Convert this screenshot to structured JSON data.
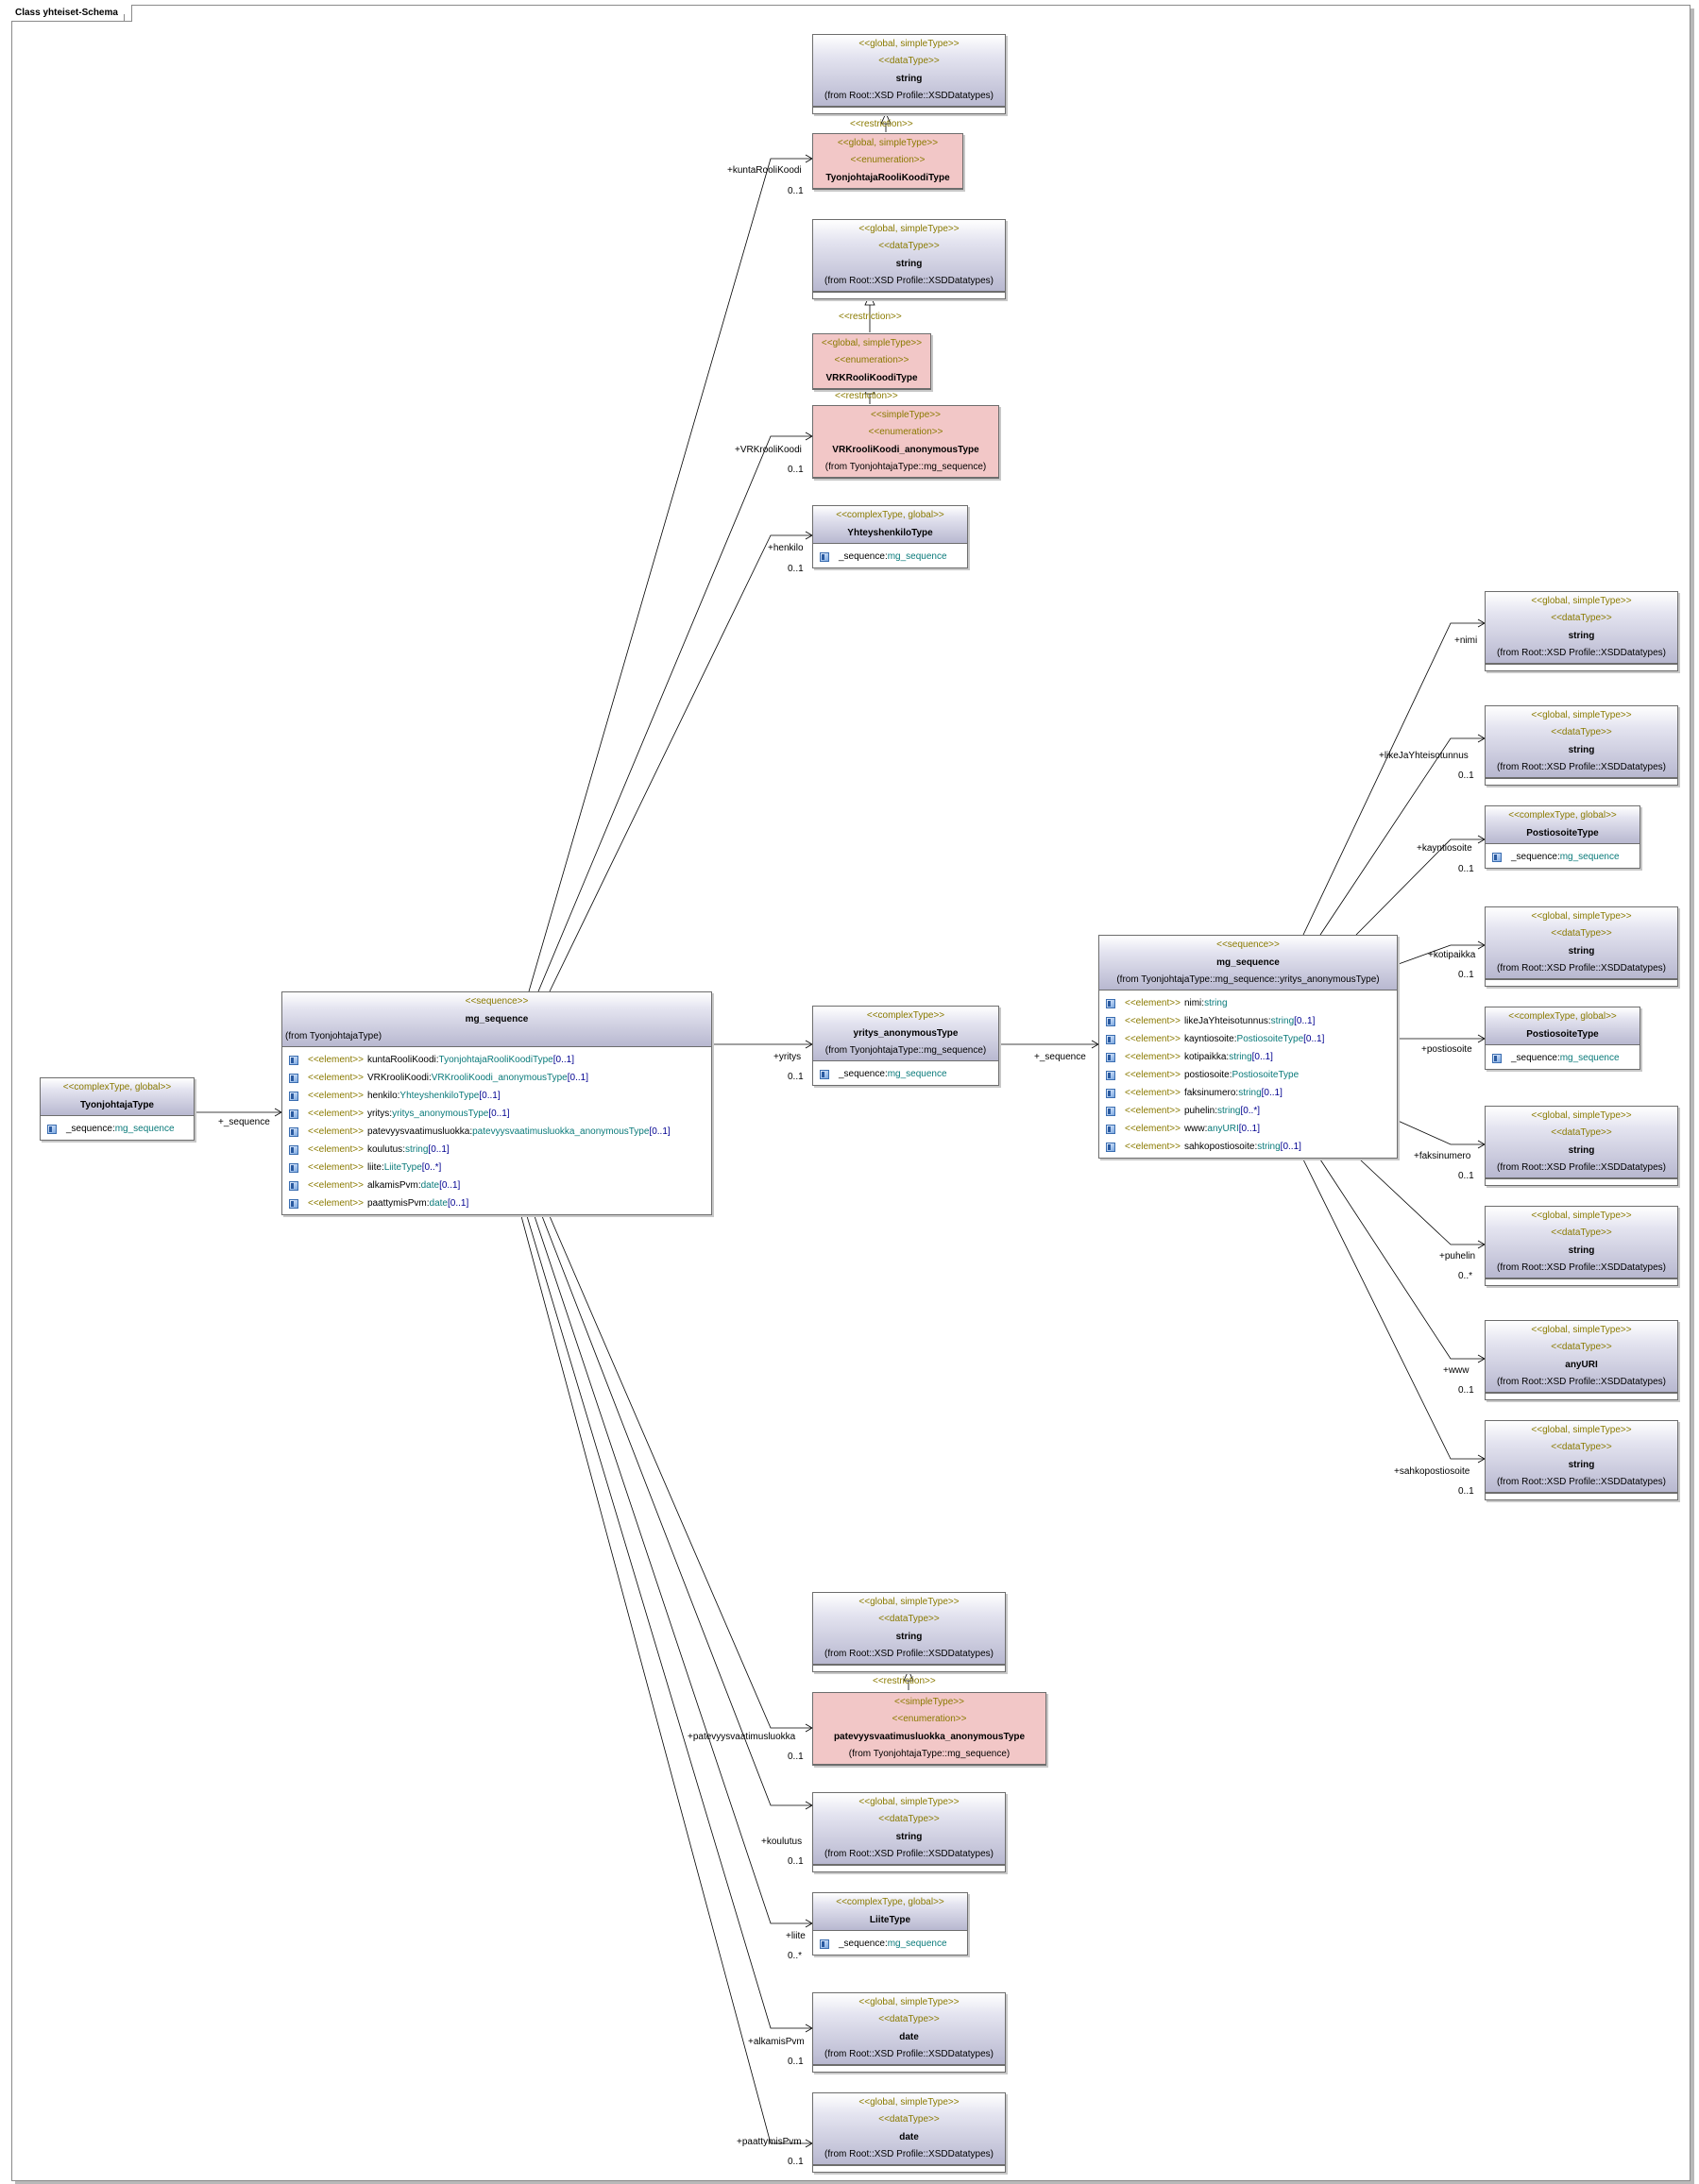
{
  "frame_title": "Class yhteiset-Schema",
  "boxes": {
    "tyonjohtajatype": {
      "stereo": "<<complexType, global>>",
      "name": "TyonjohtajaType",
      "attr_name": "_sequence",
      "attr_type": "mg_sequence"
    },
    "mg_seq_main": {
      "stereo": "<<sequence>>",
      "name": "mg_sequence",
      "from": "(from TyonjohtajaType)",
      "attrs": [
        {
          "kw": "<<element>>",
          "name": "kuntaRooliKoodi",
          "type": "TyonjohtajaRooliKoodiType",
          "mult": "[0..1]"
        },
        {
          "kw": "<<element>>",
          "name": "VRKrooliKoodi",
          "type": "VRKrooliKoodi_anonymousType",
          "mult": "[0..1]"
        },
        {
          "kw": "<<element>>",
          "name": "henkilo",
          "type": "YhteyshenkiloType",
          "mult": "[0..1]"
        },
        {
          "kw": "<<element>>",
          "name": "yritys",
          "type": "yritys_anonymousType",
          "mult": "[0..1]"
        },
        {
          "kw": "<<element>>",
          "name": "patevyysvaatimusluokka",
          "type": "patevyysvaatimusluokka_anonymousType",
          "mult": "[0..1]"
        },
        {
          "kw": "<<element>>",
          "name": "koulutus",
          "type": "string",
          "mult": "[0..1]"
        },
        {
          "kw": "<<element>>",
          "name": "liite",
          "type": "LiiteType",
          "mult": "[0..*]"
        },
        {
          "kw": "<<element>>",
          "name": "alkamisPvm",
          "type": "date",
          "mult": "[0..1]"
        },
        {
          "kw": "<<element>>",
          "name": "paattymisPvm",
          "type": "date",
          "mult": "[0..1]"
        }
      ]
    },
    "yritys_anon": {
      "stereo": "<<complexType>>",
      "name": "yritys_anonymousType",
      "from": "(from TyonjohtajaType::mg_sequence)",
      "attr_name": "_sequence",
      "attr_type": "mg_sequence"
    },
    "mg_seq_yritys": {
      "stereo": "<<sequence>>",
      "name": "mg_sequence",
      "from": "(from TyonjohtajaType::mg_sequence::yritys_anonymousType)",
      "attrs": [
        {
          "kw": "<<element>>",
          "name": "nimi",
          "type": "string",
          "mult": ""
        },
        {
          "kw": "<<element>>",
          "name": "likeJaYhteisotunnus",
          "type": "string",
          "mult": "[0..1]"
        },
        {
          "kw": "<<element>>",
          "name": "kayntiosoite",
          "type": "PostiosoiteType",
          "mult": "[0..1]"
        },
        {
          "kw": "<<element>>",
          "name": "kotipaikka",
          "type": "string",
          "mult": "[0..1]"
        },
        {
          "kw": "<<element>>",
          "name": "postiosoite",
          "type": "PostiosoiteType",
          "mult": ""
        },
        {
          "kw": "<<element>>",
          "name": "faksinumero",
          "type": "string",
          "mult": "[0..1]"
        },
        {
          "kw": "<<element>>",
          "name": "puhelin",
          "type": "string",
          "mult": "[0..*]"
        },
        {
          "kw": "<<element>>",
          "name": "www",
          "type": "anyURI",
          "mult": "[0..1]"
        },
        {
          "kw": "<<element>>",
          "name": "sahkopostiosoite",
          "type": "string",
          "mult": "[0..1]"
        }
      ]
    },
    "str1": {
      "stereo1": "<<global, simpleType>>",
      "stereo2": "<<dataType>>",
      "name": "string",
      "from": "(from Root::XSD Profile::XSDDatatypes)"
    },
    "tjrooli": {
      "stereo1": "<<global, simpleType>>",
      "stereo2": "<<enumeration>>",
      "name": "TyonjohtajaRooliKoodiType"
    },
    "str2": {
      "stereo1": "<<global, simpleType>>",
      "stereo2": "<<dataType>>",
      "name": "string",
      "from": "(from Root::XSD Profile::XSDDatatypes)"
    },
    "vrkrooli": {
      "stereo1": "<<global, simpleType>>",
      "stereo2": "<<enumeration>>",
      "name": "VRKRooliKoodiType"
    },
    "vrkanon": {
      "stereo1": "<<simpleType>>",
      "stereo2": "<<enumeration>>",
      "name": "VRKrooliKoodi_anonymousType",
      "from": "(from TyonjohtajaType::mg_sequence)"
    },
    "yhteys": {
      "stereo": "<<complexType, global>>",
      "name": "YhteyshenkiloType",
      "attr_name": "_sequence",
      "attr_type": "mg_sequence"
    },
    "r_nimi": {
      "stereo1": "<<global, simpleType>>",
      "stereo2": "<<dataType>>",
      "name": "string",
      "from": "(from Root::XSD Profile::XSDDatatypes)"
    },
    "r_like": {
      "stereo1": "<<global, simpleType>>",
      "stereo2": "<<dataType>>",
      "name": "string",
      "from": "(from Root::XSD Profile::XSDDatatypes)"
    },
    "r_kaynti": {
      "stereo": "<<complexType, global>>",
      "name": "PostiosoiteType",
      "attr_name": "_sequence",
      "attr_type": "mg_sequence"
    },
    "r_koti": {
      "stereo1": "<<global, simpleType>>",
      "stereo2": "<<dataType>>",
      "name": "string",
      "from": "(from Root::XSD Profile::XSDDatatypes)"
    },
    "r_posti": {
      "stereo": "<<complexType, global>>",
      "name": "PostiosoiteType",
      "attr_name": "_sequence",
      "attr_type": "mg_sequence"
    },
    "r_faksi": {
      "stereo1": "<<global, simpleType>>",
      "stereo2": "<<dataType>>",
      "name": "string",
      "from": "(from Root::XSD Profile::XSDDatatypes)"
    },
    "r_puhelin": {
      "stereo1": "<<global, simpleType>>",
      "stereo2": "<<dataType>>",
      "name": "string",
      "from": "(from Root::XSD Profile::XSDDatatypes)"
    },
    "r_www": {
      "stereo1": "<<global, simpleType>>",
      "stereo2": "<<dataType>>",
      "name": "anyURI",
      "from": "(from Root::XSD Profile::XSDDatatypes)"
    },
    "r_sahko": {
      "stereo1": "<<global, simpleType>>",
      "stereo2": "<<dataType>>",
      "name": "string",
      "from": "(from Root::XSD Profile::XSDDatatypes)"
    },
    "b_str": {
      "stereo1": "<<global, simpleType>>",
      "stereo2": "<<dataType>>",
      "name": "string",
      "from": "(from Root::XSD Profile::XSDDatatypes)"
    },
    "b_pat": {
      "stereo1": "<<simpleType>>",
      "stereo2": "<<enumeration>>",
      "name": "patevyysvaatimusluokka_anonymousType",
      "from": "(from TyonjohtajaType::mg_sequence)"
    },
    "b_koul": {
      "stereo1": "<<global, simpleType>>",
      "stereo2": "<<dataType>>",
      "name": "string",
      "from": "(from Root::XSD Profile::XSDDatatypes)"
    },
    "b_liite": {
      "stereo": "<<complexType, global>>",
      "name": "LiiteType",
      "attr_name": "_sequence",
      "attr_type": "mg_sequence"
    },
    "b_alk": {
      "stereo1": "<<global, simpleType>>",
      "stereo2": "<<dataType>>",
      "name": "date",
      "from": "(from Root::XSD Profile::XSDDatatypes)"
    },
    "b_paat": {
      "stereo1": "<<global, simpleType>>",
      "stereo2": "<<dataType>>",
      "name": "date",
      "from": "(from Root::XSD Profile::XSDDatatypes)"
    }
  },
  "edges": {
    "seq_tj": "+_sequence",
    "kunta": "+kuntaRooliKoodi",
    "kunta_m": "0..1",
    "vrk": "+VRKrooliKoodi",
    "vrk_m": "0..1",
    "henkilo": "+henkilo",
    "henkilo_m": "0..1",
    "yritys": "+yritys",
    "yritys_m": "0..1",
    "seq_yr": "+_sequence",
    "nimi": "+nimi",
    "like": "+likeJaYhteisotunnus",
    "like_m": "0..1",
    "kaynti": "+kayntiosoite",
    "kaynti_m": "0..1",
    "koti": "+kotipaikka",
    "koti_m": "0..1",
    "posti": "+postiosoite",
    "faksi": "+faksinumero",
    "faksi_m": "0..1",
    "puhelin": "+puhelin",
    "puhelin_m": "0..*",
    "www": "+www",
    "www_m": "0..1",
    "sahko": "+sahkopostiosoite",
    "sahko_m": "0..1",
    "pat": "+patevyysvaatimusluokka",
    "pat_m": "0..1",
    "koul": "+koulutus",
    "koul_m": "0..1",
    "liite": "+liite",
    "liite_m": "0..*",
    "alk": "+alkamisPvm",
    "alk_m": "0..1",
    "paat": "+paattymisPvm",
    "paat_m": "0..1",
    "restr": "<<restriction>>"
  }
}
